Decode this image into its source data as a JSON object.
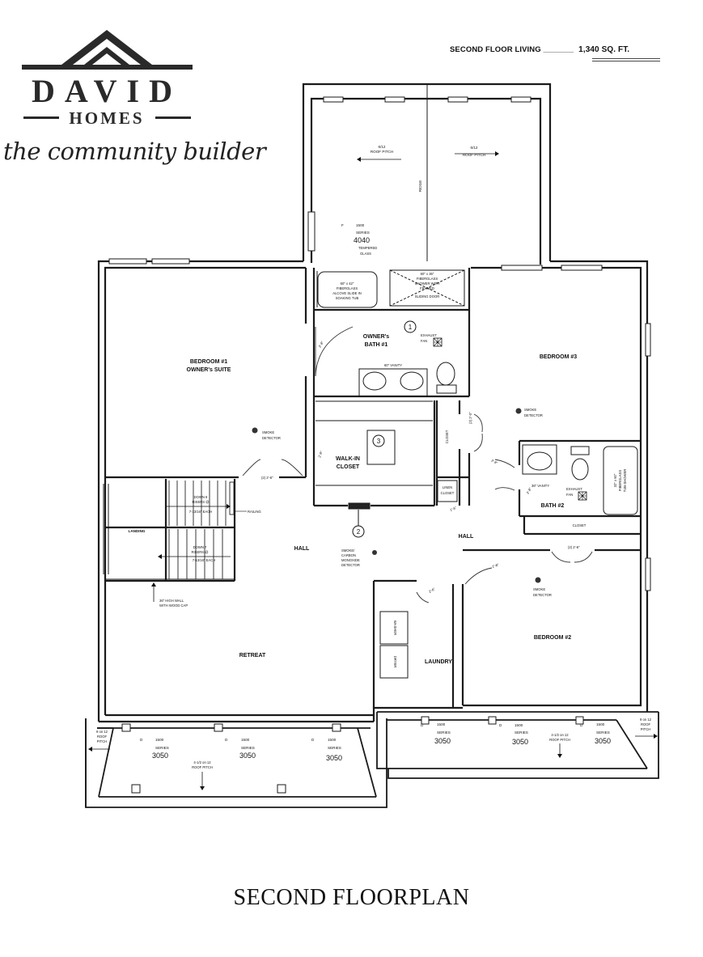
{
  "logo": {
    "brand_top": "DAVID",
    "brand_bottom": "HOMES",
    "tagline": "the community builder"
  },
  "header": {
    "living_label": "SECOND FLOOR LIVING _______",
    "living_value": "1,340 SQ. FT."
  },
  "caption": "SECOND FLOORPLAN",
  "rooms": {
    "bedroom1": "BEDROOM #1",
    "bedroom1_sub": "OWNER's SUITE",
    "owners_bath": "OWNER's",
    "owners_bath_sub": "BATH #1",
    "bedroom3": "BEDROOM #3",
    "bedroom2": "BEDROOM #2",
    "walkin": "WALK-IN",
    "walkin_sub": "CLOSET",
    "bath2": "BATH #2",
    "hall1": "HALL",
    "hall2": "HALL",
    "landing": "LANDING",
    "retreat": "RETREAT",
    "laundry": "LAUNDRY"
  },
  "notes": {
    "roof_pitch_left": "6/12",
    "roof_pitch_right": "6/12",
    "roof_pitch_word": "ROOF PITCH",
    "ridge": "RIDGE",
    "window_f_code": "F",
    "window_f_series": "1500",
    "window_f_series_word": "SERIES",
    "window_f_size": "4040",
    "window_f_glass1": "TEMPERED",
    "window_f_glass2": "GLASS",
    "tub1": "60\" x 42\"",
    "tub2": "FIBERGLASS",
    "tub3": "ALCOVE SLIDE IN",
    "tub4": "SOAKING TUB",
    "shower1": "60\" x 36\"",
    "shower2": "FIBERGLASS",
    "shower3": "SHOWER WITH",
    "shower4": "FRAMED",
    "shower5": "SLIDING DOOR",
    "exhaust1": "EXHAUST",
    "exhaust1b": "FAN",
    "vanity60": "60\" VANITY",
    "smoke1": "SMOKE",
    "smoke1b": "DETECTOR",
    "smoke3": "SMOKE",
    "smoke3b": "DETECTOR",
    "smoke2": "SMOKE",
    "smoke2b": "DETECTOR",
    "smoke_co1": "SMOKE/",
    "smoke_co2": "CARBON",
    "smoke_co3": "MONOXIDE",
    "smoke_co4": "DETECTOR",
    "door_b1": "(2) 2'-6\"",
    "door_closet": "(2) 2'-0\"",
    "door_b2": "(2) 2'-6\"",
    "door_28a": "2'-8\"",
    "door_28b": "2'-8\"",
    "door_28c": "2'-8\"",
    "door_28d": "2'-8\"",
    "door_28e": "2'-8\"",
    "door_26": "2'-6\"",
    "door_16": "1'-6\"",
    "closet_v": "CLOSET",
    "linen1": "LINEN",
    "linen2": "CLOSET",
    "closet_b2": "CLOSET",
    "vanity36": "36\" VANITY",
    "exhaust2": "EXHAUST",
    "exhaust2b": "FAN",
    "tubshower1": "32\" x 60\"",
    "tubshower2": "FIBERGLASS",
    "tubshower3": "TUB-SHOWER",
    "stair_down8_1": "DOWN 8",
    "stair_down8_2": "RISERS @",
    "stair_down8_3": "7-13/16\" EACH",
    "stair_down7_1": "DOWN 7",
    "stair_down7_2": "RISERS @",
    "stair_down7_3": "7-13/16\" EACH",
    "railing": "RAILING",
    "wall36_1": "36\" HIGH WALL",
    "wall36_2": "WITH WOOD CAP",
    "washer": "WASHER",
    "dryer": "DRYER",
    "window_d": "D",
    "window_d_series": "1500",
    "window_d_series_word": "SERIES",
    "window_d_size": "3050",
    "pitch_412": "4-1/2 on 12",
    "pitch_412b": "ROOF PITCH",
    "pitch_912": "9 on 12",
    "pitch_912b": "ROOF",
    "pitch_912c": "PITCH",
    "marker1": "1",
    "marker2": "2",
    "marker3": "3"
  }
}
